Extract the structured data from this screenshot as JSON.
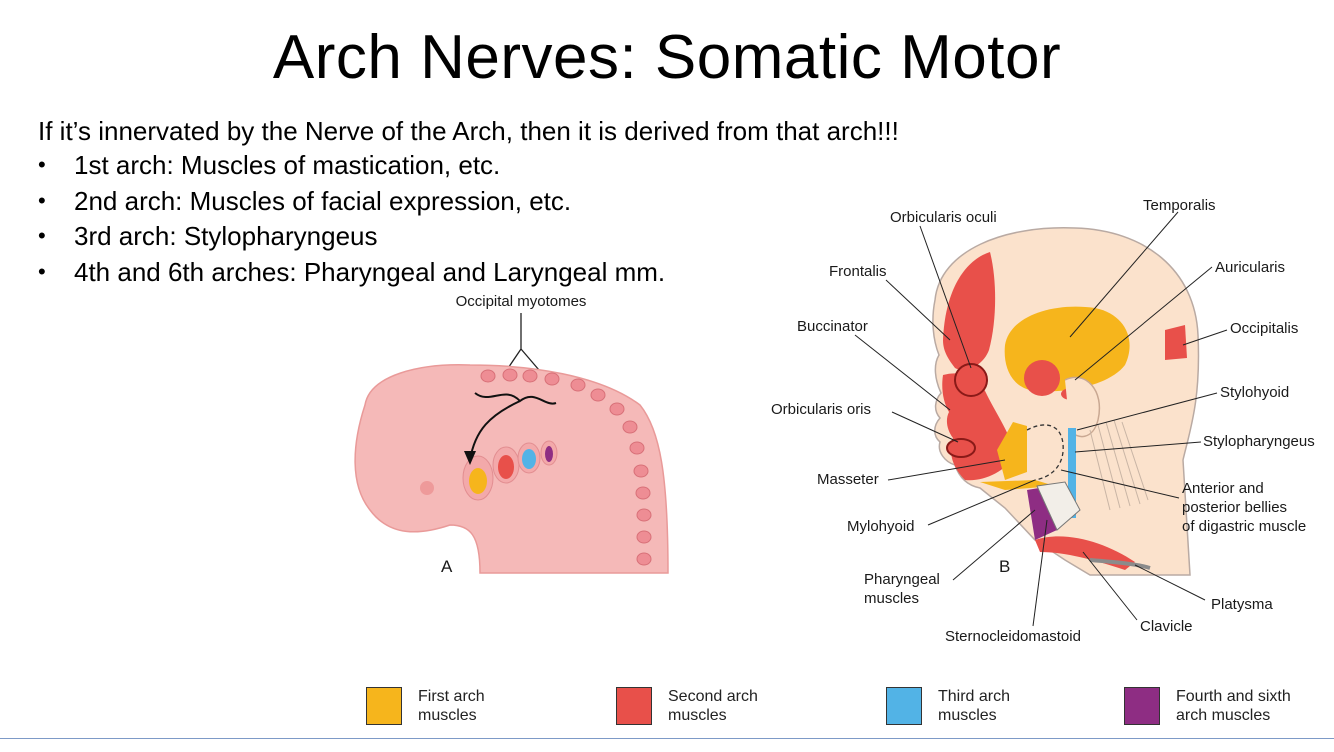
{
  "slide": {
    "title": "Arch Nerves: Somatic Motor",
    "intro": "If it’s innervated by the Nerve of the Arch, then it is derived from that arch!!!",
    "bullets": [
      "1st arch: Muscles of mastication, etc.",
      "2nd arch: Muscles of facial expression, etc.",
      "3rd arch: Stylopharyngeus",
      "4th and 6th arches: Pharyngeal and Laryngeal mm."
    ]
  },
  "figure_a": {
    "panel_letter": "A",
    "occipital_label": "Occipital myotomes"
  },
  "figure_b": {
    "panel_letter": "B",
    "labels": {
      "orbicularis_oculi": "Orbicularis oculi",
      "frontalis": "Frontalis",
      "buccinator": "Buccinator",
      "orbicularis_oris": "Orbicularis oris",
      "masseter": "Masseter",
      "mylohyoid": "Mylohyoid",
      "pharyngeal_1": "Pharyngeal",
      "pharyngeal_2": "muscles",
      "sternocleidomastoid": "Sternocleidomastoid",
      "clavicle": "Clavicle",
      "platysma": "Platysma",
      "digastric_1": "Anterior and",
      "digastric_2": "posterior bellies",
      "digastric_3": "of digastric muscle",
      "stylopharyngeus": "Stylopharyngeus",
      "stylohyoid": "Stylohyoid",
      "occipitalis": "Occipitalis",
      "auricularis": "Auricularis",
      "temporalis": "Temporalis"
    }
  },
  "legend": [
    {
      "line1": "First arch",
      "line2": "muscles",
      "color": "#f6b51c"
    },
    {
      "line1": "Second arch",
      "line2": "muscles",
      "color": "#e8504a"
    },
    {
      "line1": "Third arch",
      "line2": "muscles",
      "color": "#52b3e6"
    },
    {
      "line1": "Fourth and sixth",
      "line2": "arch muscles",
      "color": "#8e2d83"
    }
  ],
  "colors": {
    "embryo": "#f5b9b8",
    "skin": "#fbe2cc",
    "first_arch": "#f6b51c",
    "second_arch": "#e8504a",
    "third_arch": "#52b3e6",
    "fourth_arch": "#8e2d83"
  }
}
